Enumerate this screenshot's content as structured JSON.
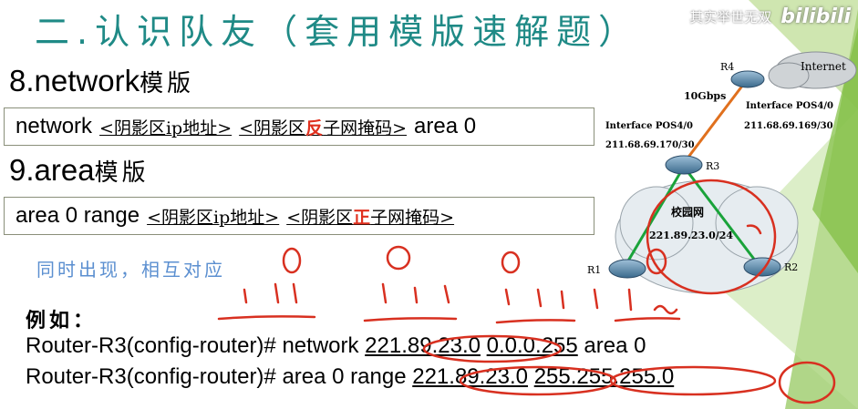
{
  "title": "二.认识队友（套用模版速解题）",
  "watermark": {
    "text": "其实举世无双",
    "logo": "bilibili"
  },
  "network_template": {
    "heading_num": "8.network",
    "heading_cn": "模版",
    "keyword": "network",
    "arg1": "<阴影区ip地址>",
    "arg2_pre": "<阴影区",
    "arg2_red": "反",
    "arg2_post": "子网掩码>",
    "tail": "area 0"
  },
  "area_template": {
    "heading_num": "9.area",
    "heading_cn": "模版",
    "keyword": "area 0 range",
    "arg1": "<阴影区ip地址>",
    "arg2_pre": "<阴影区",
    "arg2_red": "正",
    "arg2_post": "子网掩码>"
  },
  "note": "同时出现，相互对应",
  "example": {
    "label": "例如：",
    "line1": {
      "prompt": "Router-R3(config-router)#",
      "cmd": "network",
      "ip": "221.89.23.0",
      "mask": "0.0.0.255",
      "tail": "area 0"
    },
    "line2": {
      "prompt": "Router-R3(config-router)#",
      "cmd": "area 0 range",
      "ip": "221.89.23.0",
      "mask": "255.255.255.0"
    }
  },
  "diagram": {
    "r4": "R4",
    "internet": "Internet",
    "speed": "10Gbps",
    "if_left": "Interface POS4/0",
    "ip_left": "211.68.69.170/30",
    "if_right": "Interface POS4/0",
    "ip_right": "211.68.69.169/30",
    "r3": "R3",
    "campus": "校园网",
    "campus_net": "221.89.23.0/24",
    "r1": "R1",
    "r2": "R2"
  },
  "colors": {
    "title": "#1f8a86",
    "accent_red": "#e0301e",
    "note_blue": "#5b8fd0",
    "deco_green": "#7fbd40",
    "ink_red": "#d83020"
  }
}
